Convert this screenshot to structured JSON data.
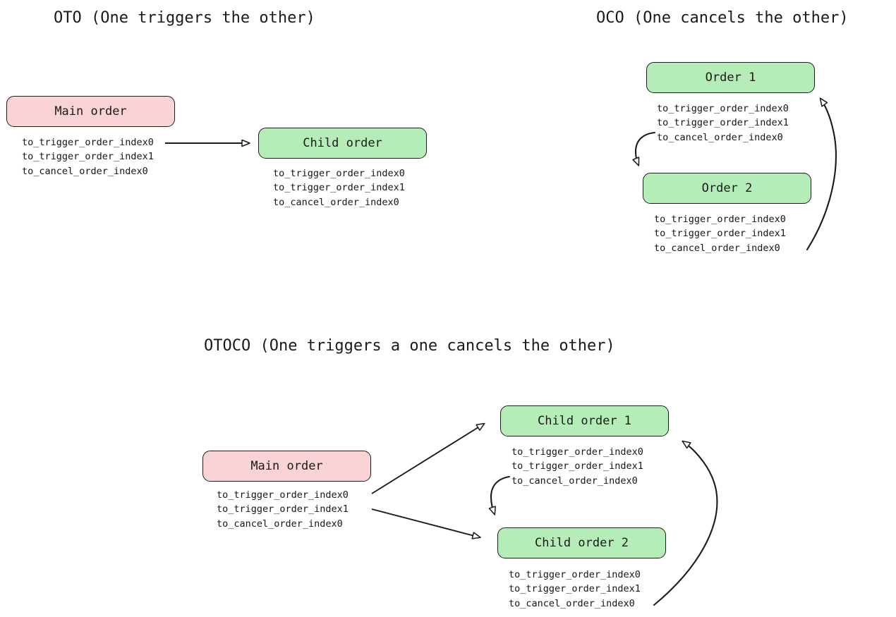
{
  "page": {
    "background": "#ffffff",
    "node_fill_pink": "#fad3d6",
    "node_fill_green": "#b5edb9",
    "node_stroke": "#1d1d1d",
    "edge_color": "#1a1a1a"
  },
  "sections": {
    "oto": {
      "title": "OTO (One triggers the other)",
      "main_order": {
        "label": "Main order"
      },
      "child_order": {
        "label": "Child order"
      },
      "main_fields": [
        "to_trigger_order_index0",
        "to_trigger_order_index1",
        "to_cancel_order_index0"
      ],
      "child_fields": [
        "to_trigger_order_index0",
        "to_trigger_order_index1",
        "to_cancel_order_index0"
      ]
    },
    "oco": {
      "title": "OCO (One cancels the other)",
      "order1": {
        "label": "Order 1"
      },
      "order2": {
        "label": "Order 2"
      },
      "order1_fields": [
        "to_trigger_order_index0",
        "to_trigger_order_index1",
        "to_cancel_order_index0"
      ],
      "order2_fields": [
        "to_trigger_order_index0",
        "to_trigger_order_index1",
        "to_cancel_order_index0"
      ]
    },
    "otoco": {
      "title": "OTOCO (One triggers a one cancels the other)",
      "main_order": {
        "label": "Main order"
      },
      "child_order1": {
        "label": "Child order 1"
      },
      "child_order2": {
        "label": "Child order 2"
      },
      "main_fields": [
        "to_trigger_order_index0",
        "to_trigger_order_index1",
        "to_cancel_order_index0"
      ],
      "child1_fields": [
        "to_trigger_order_index0",
        "to_trigger_order_index1",
        "to_cancel_order_index0"
      ],
      "child2_fields": [
        "to_trigger_order_index0",
        "to_trigger_order_index1",
        "to_cancel_order_index0"
      ]
    }
  }
}
